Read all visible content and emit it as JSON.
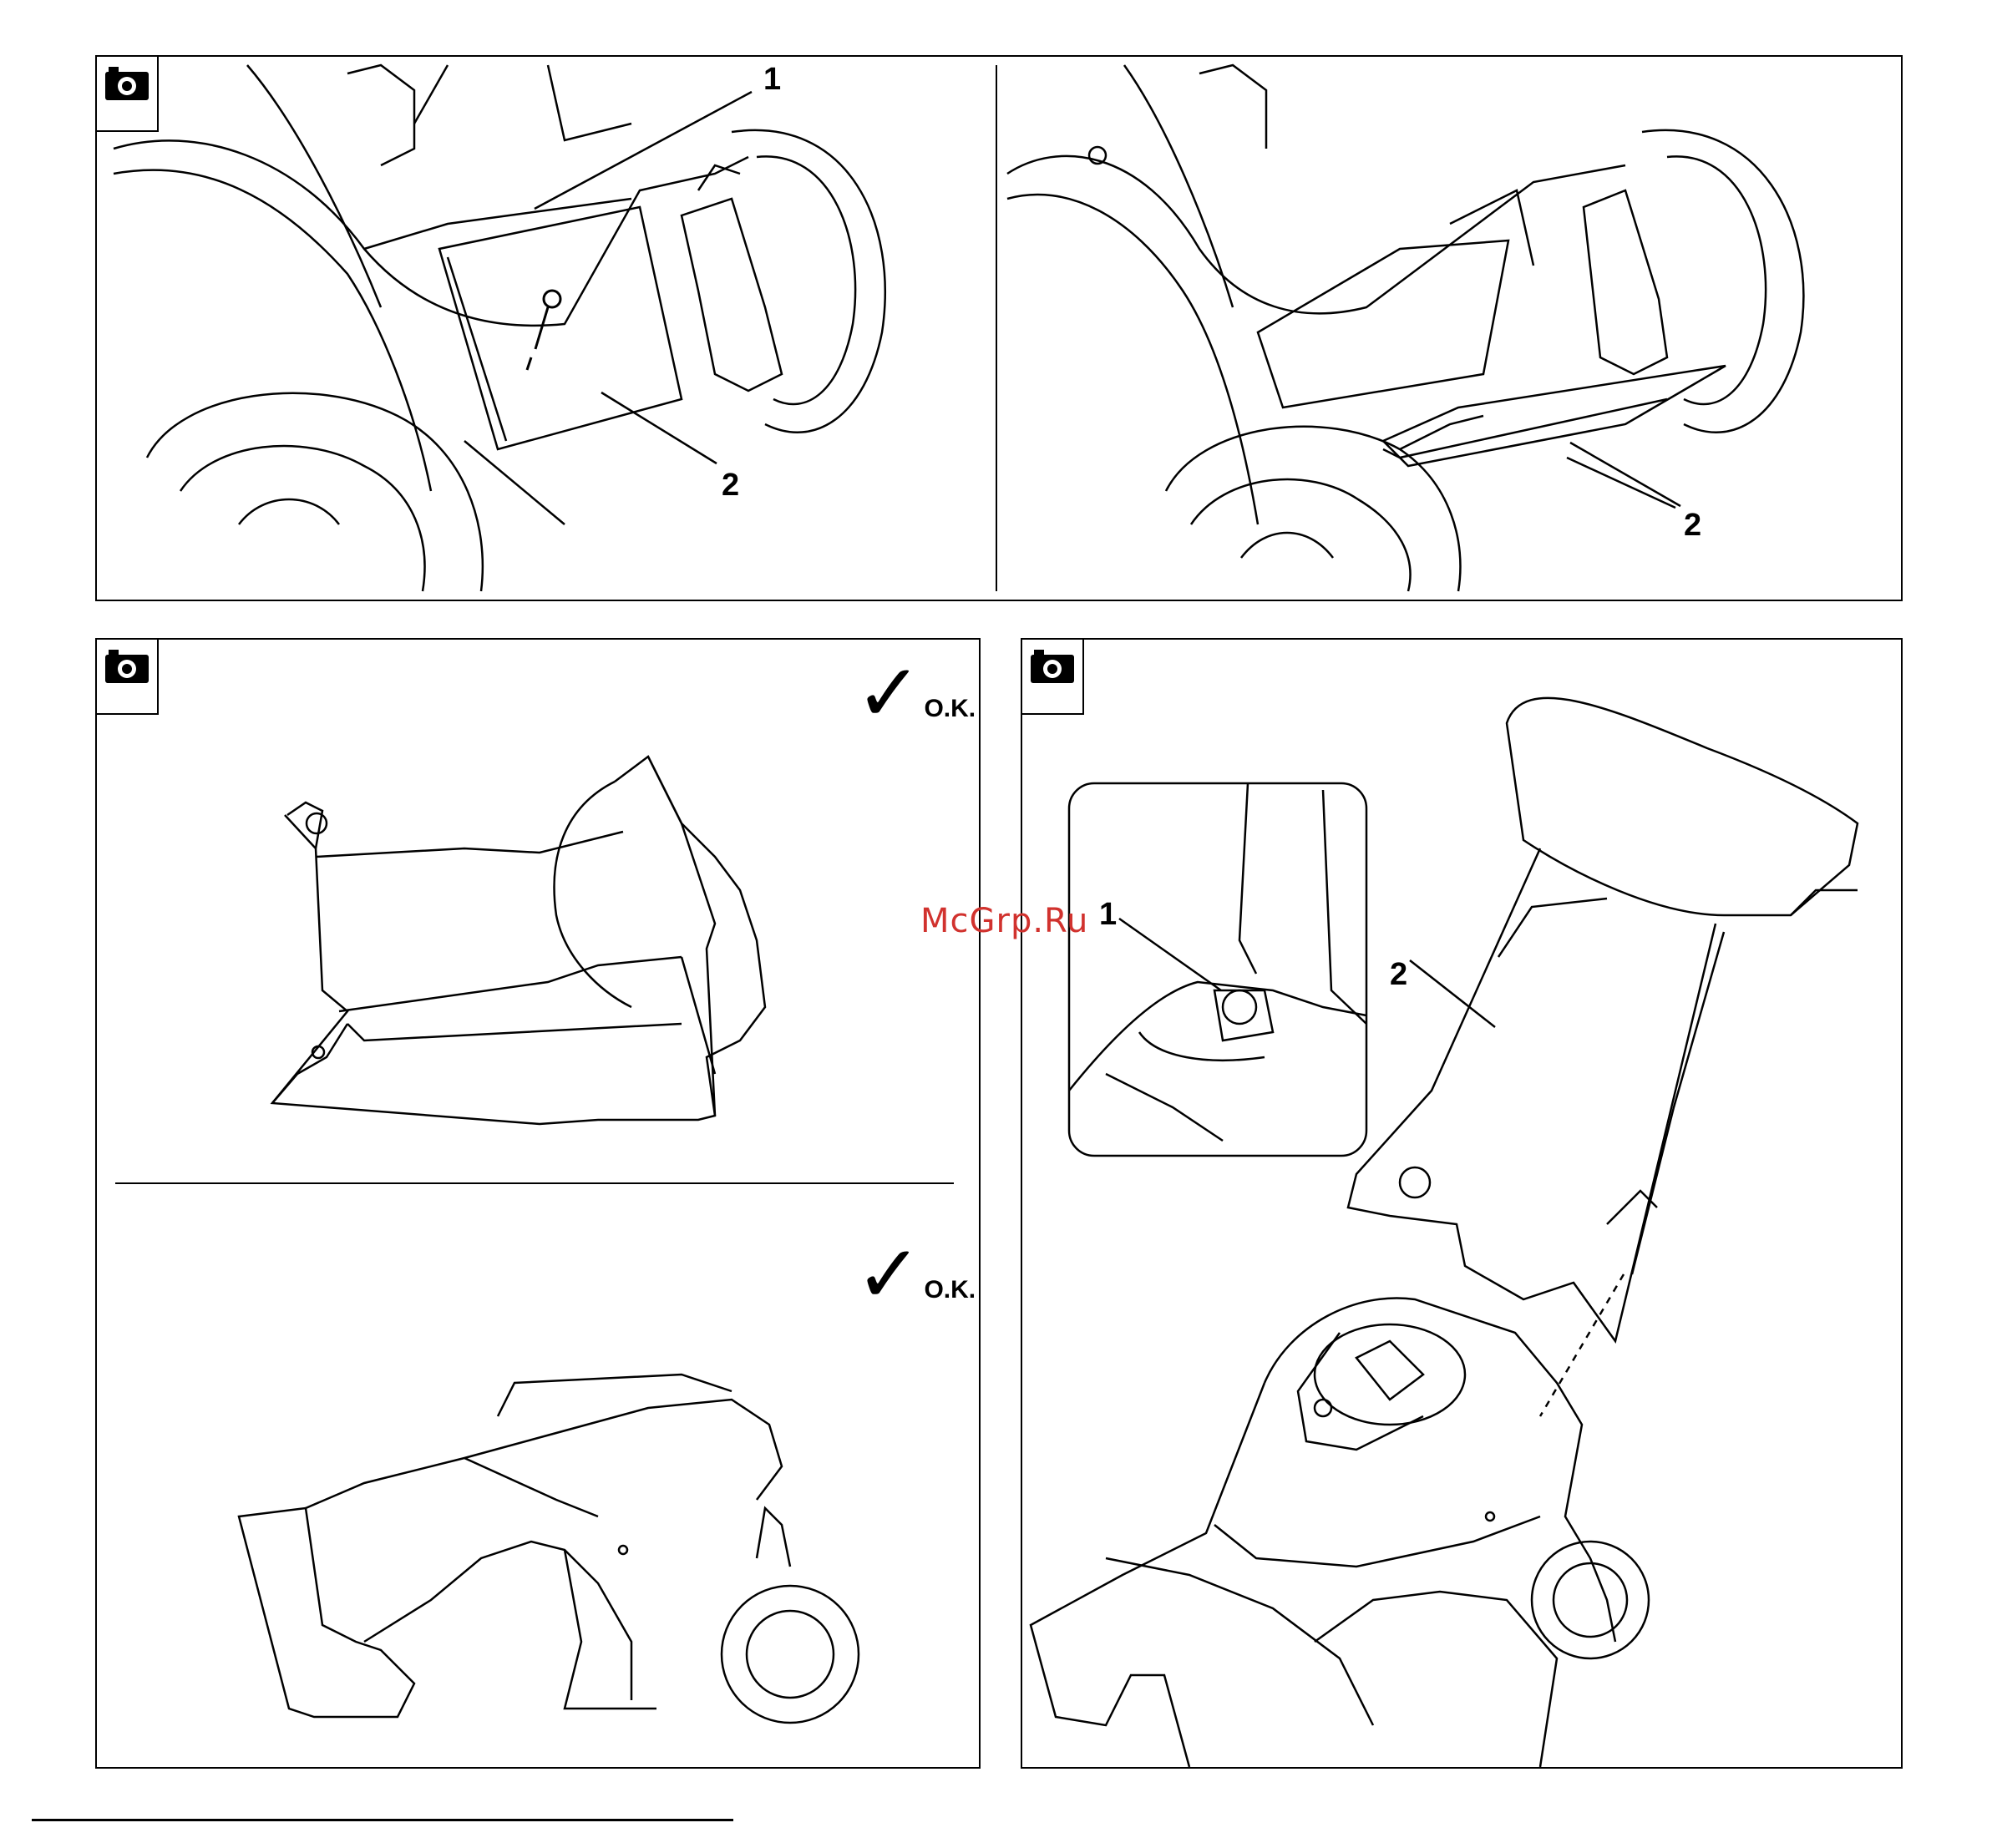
{
  "panels": {
    "top_left": {
      "callouts": [
        "1",
        "2"
      ]
    },
    "top_right": {
      "callouts": [
        "2"
      ]
    },
    "bottom_left": {
      "ok_top": "O.K.",
      "ok_bottom": "O.K."
    },
    "bottom_right": {
      "callouts": [
        "1",
        "2"
      ]
    }
  },
  "icons": {
    "camera": "camera-icon",
    "check": "checkmark-icon",
    "wrench": "wrench-icon"
  },
  "watermark": "McGrp.Ru",
  "colors": {
    "ink": "#000000",
    "watermark": "#d1322e",
    "paper": "#ffffff"
  }
}
